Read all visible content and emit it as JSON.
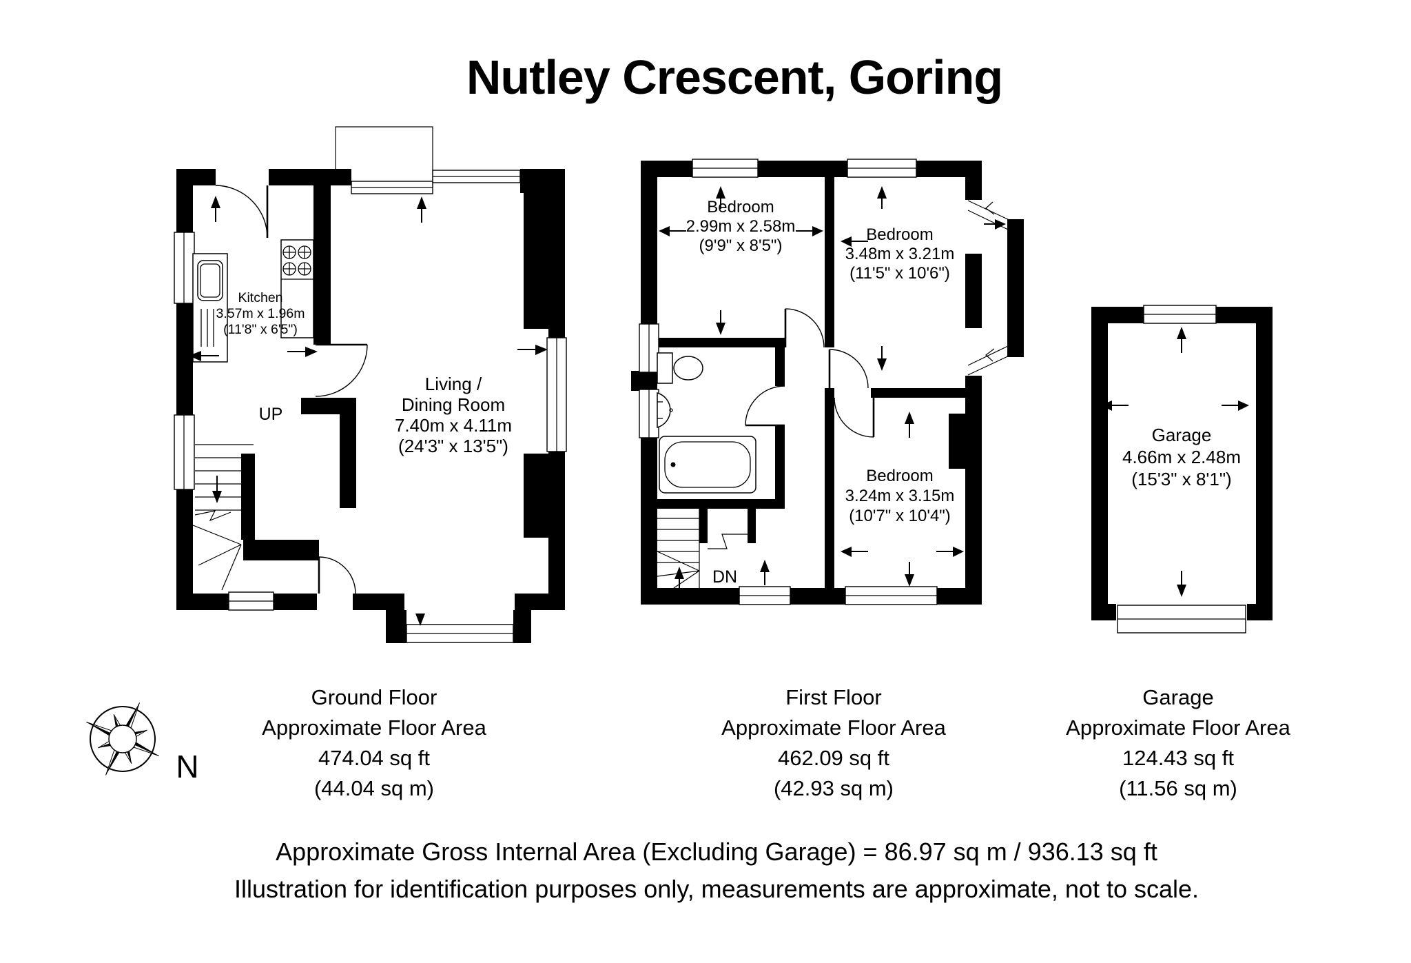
{
  "title": "Nutley Crescent, Goring",
  "compass": {
    "north_label": "N"
  },
  "ground_floor": {
    "kitchen": {
      "name": "Kitchen",
      "metric": "3.57m x 1.96m",
      "imperial": "(11'8\" x 6'5\")"
    },
    "living_dining": {
      "name1": "Living /",
      "name2": "Dining Room",
      "metric": "7.40m x 4.11m",
      "imperial": "(24'3\" x 13'5\")"
    },
    "stairs": "UP",
    "caption": {
      "title": "Ground Floor",
      "subtitle": "Approximate Floor Area",
      "area_ft": "474.04 sq ft",
      "area_m": "(44.04 sq m)"
    }
  },
  "first_floor": {
    "bedroom1": {
      "name": "Bedroom",
      "metric": "2.99m x 2.58m",
      "imperial": "(9'9\" x 8'5\")"
    },
    "bedroom2": {
      "name": "Bedroom",
      "metric": "3.48m x 3.21m",
      "imperial": "(11'5\" x 10'6\")"
    },
    "bedroom3": {
      "name": "Bedroom",
      "metric": "3.24m x 3.15m",
      "imperial": "(10'7\" x 10'4\")"
    },
    "stairs": "DN",
    "caption": {
      "title": "First Floor",
      "subtitle": "Approximate Floor Area",
      "area_ft": "462.09 sq ft",
      "area_m": "(42.93 sq m)"
    }
  },
  "garage": {
    "room": {
      "name": "Garage",
      "metric": "4.66m x 2.48m",
      "imperial": "(15'3\" x 8'1\")"
    },
    "caption": {
      "title": "Garage",
      "subtitle": "Approximate Floor Area",
      "area_ft": "124.43 sq ft",
      "area_m": "(11.56 sq m)"
    }
  },
  "footer": {
    "line1": "Approximate Gross Internal Area (Excluding Garage) = 86.97 sq m / 936.13 sq ft",
    "line2": "Illustration for identification purposes only, measurements are approximate, not to scale."
  }
}
